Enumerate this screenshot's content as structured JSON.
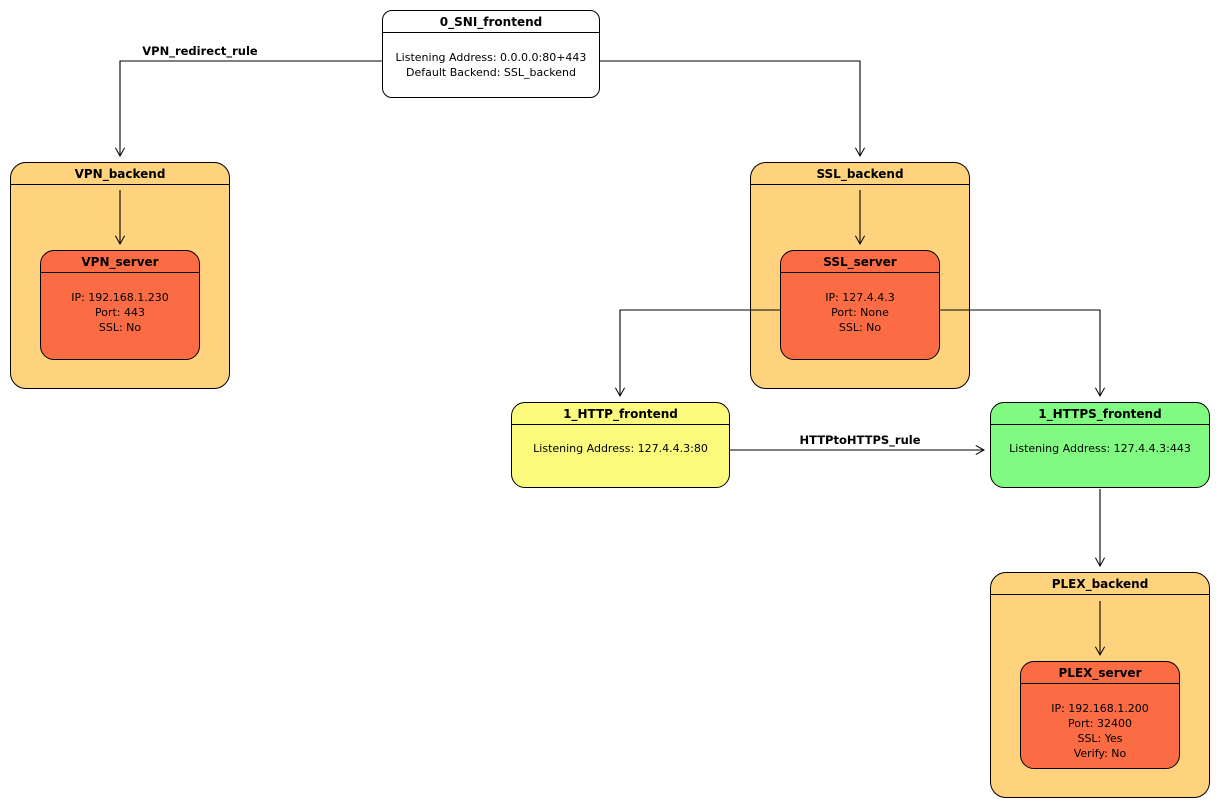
{
  "diagram": {
    "nodes": {
      "sni_frontend": {
        "title": "0_SNI_frontend",
        "lines": [
          "Listening Address: 0.0.0.0:80+443",
          "Default Backend: SSL_backend"
        ]
      },
      "vpn_backend": {
        "title": "VPN_backend"
      },
      "vpn_server": {
        "title": "VPN_server",
        "lines": [
          "IP: 192.168.1.230",
          "Port: 443",
          "SSL: No"
        ]
      },
      "ssl_backend": {
        "title": "SSL_backend"
      },
      "ssl_server": {
        "title": "SSL_server",
        "lines": [
          "IP: 127.4.4.3",
          "Port: None",
          "SSL: No"
        ]
      },
      "http_frontend": {
        "title": "1_HTTP_frontend",
        "lines": [
          "Listening Address: 127.4.4.3:80"
        ]
      },
      "https_frontend": {
        "title": "1_HTTPS_frontend",
        "lines": [
          "Listening Address: 127.4.4.3:443"
        ]
      },
      "plex_backend": {
        "title": "PLEX_backend"
      },
      "plex_server": {
        "title": "PLEX_server",
        "lines": [
          "IP: 192.168.1.200",
          "Port: 32400",
          "SSL: Yes",
          "Verify: No"
        ]
      }
    },
    "edges": {
      "vpn_redirect_label": "VPN_redirect_rule",
      "http_to_https_label": "HTTPtoHTTPS_rule"
    },
    "colors": {
      "backend": "#FFD37E",
      "server": "#FC6C44",
      "frontend_http": "#FCFA7D",
      "frontend_https": "#80FA80",
      "frontend_sni": "#FFFFFF",
      "edge": "#000000",
      "border": "#000000"
    }
  }
}
